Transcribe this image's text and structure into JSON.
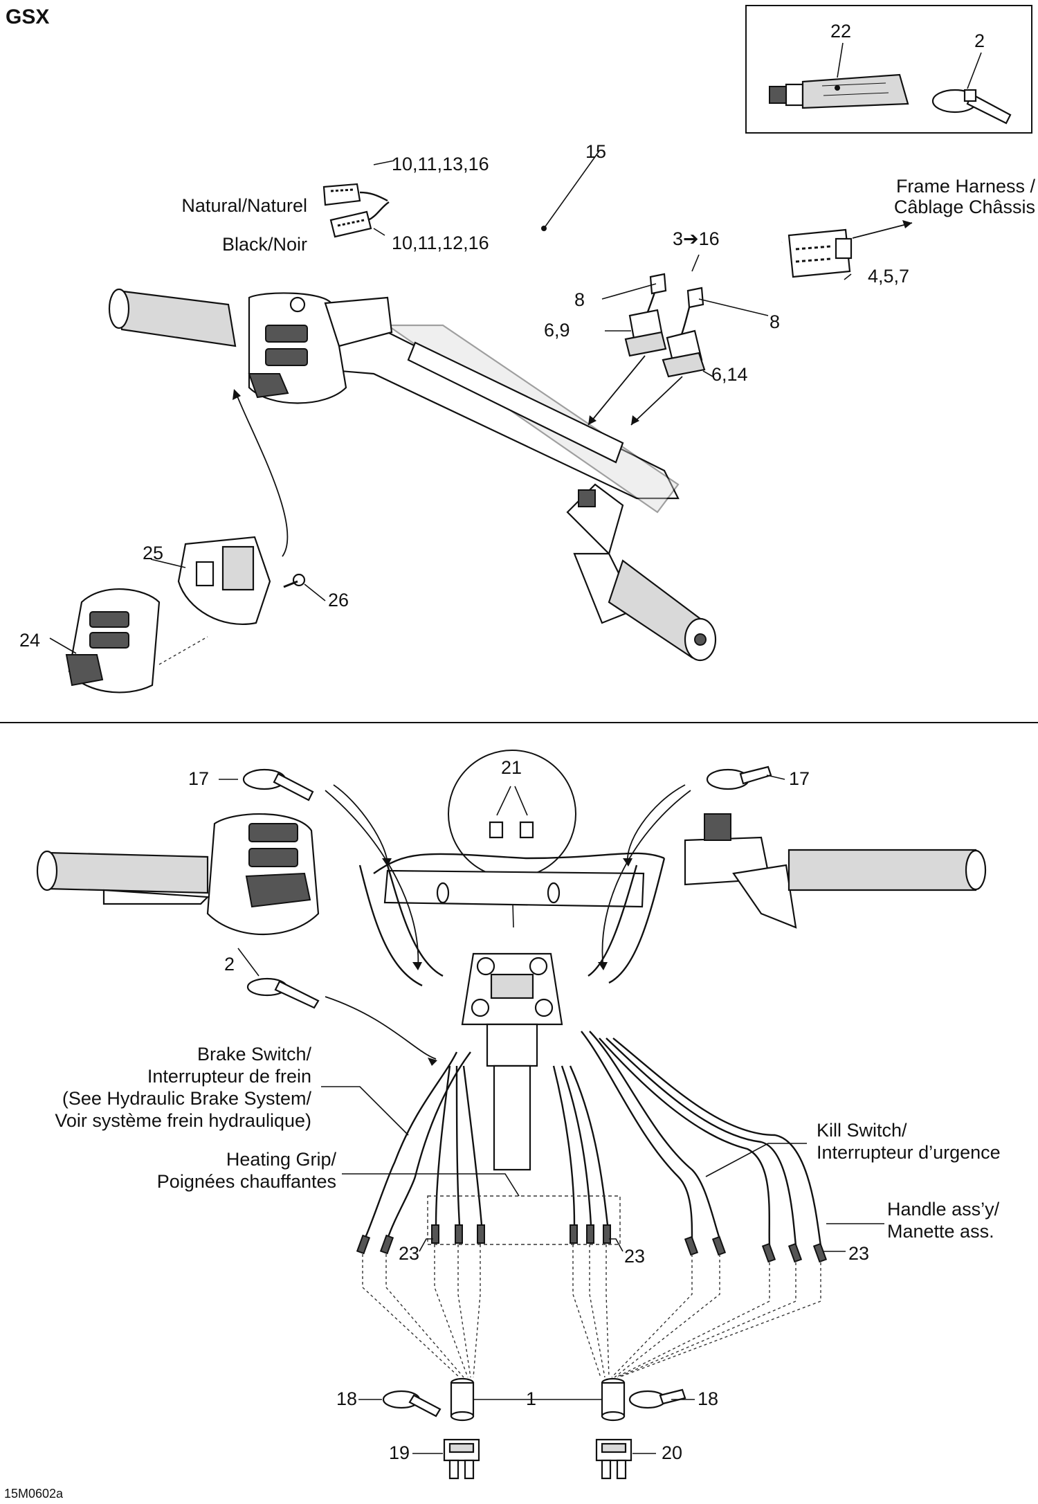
{
  "header": {
    "model": "GSX",
    "figure_code": "15M0602a"
  },
  "inset": {
    "callouts": [
      "22",
      "2"
    ]
  },
  "upper": {
    "callouts": {
      "c15": "15",
      "c10_11_13_16": "10,11,13,16",
      "c10_11_12_16": "10,11,12,16",
      "c3_16": "3➔16",
      "c4_5_7": "4,5,7",
      "c8a": "8",
      "c8b": "8",
      "c6_9": "6,9",
      "c6_14": "6,14",
      "c25": "25",
      "c26": "26",
      "c24": "24"
    },
    "labels": {
      "natural": "Natural/Naturel",
      "black": "Black/Noir",
      "frame_harness_1": "Frame Harness /",
      "frame_harness_2": "Câblage Châssis"
    }
  },
  "lower": {
    "callouts": {
      "c21": "21",
      "c17a": "17",
      "c17b": "17",
      "c2": "2",
      "c23a": "23",
      "c23b": "23",
      "c23c": "23",
      "c18a": "18",
      "c18b": "18",
      "c1": "1",
      "c19": "19",
      "c20": "20"
    },
    "labels": {
      "brake_1": "Brake Switch/",
      "brake_2": "Interrupteur de frein",
      "brake_3": "(See Hydraulic Brake System/",
      "brake_4": "Voir système frein hydraulique)",
      "heating_1": "Heating Grip/",
      "heating_2": "Poignées chauffantes",
      "kill_1": "Kill Switch/",
      "kill_2": "Interrupteur d’urgence",
      "handle_1": "Handle ass’y/",
      "handle_2": "Manette ass."
    }
  }
}
